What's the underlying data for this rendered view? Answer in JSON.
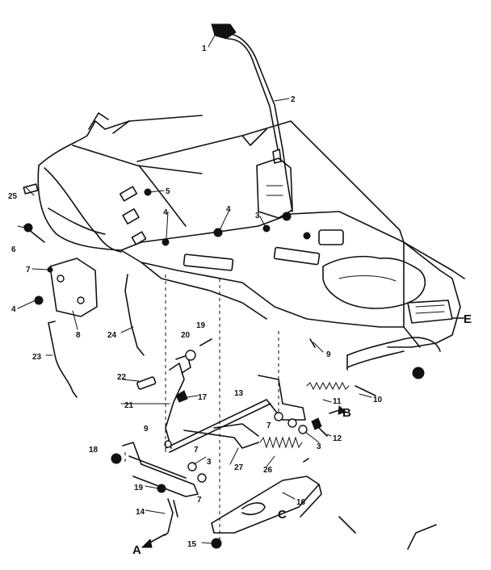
{
  "diagram": {
    "part_callouts": [
      "1",
      "2",
      "3",
      "3",
      "3",
      "4",
      "4",
      "4",
      "5",
      "6",
      "7",
      "7",
      "7",
      "7",
      "8",
      "9",
      "9",
      "10",
      "11",
      "12",
      "13",
      "14",
      "15",
      "16",
      "17",
      "18",
      "19",
      "19",
      "20",
      "21",
      "22",
      "23",
      "24",
      "25",
      "26",
      "27"
    ],
    "connection_letters": [
      "A",
      "B",
      "C",
      "E"
    ]
  }
}
